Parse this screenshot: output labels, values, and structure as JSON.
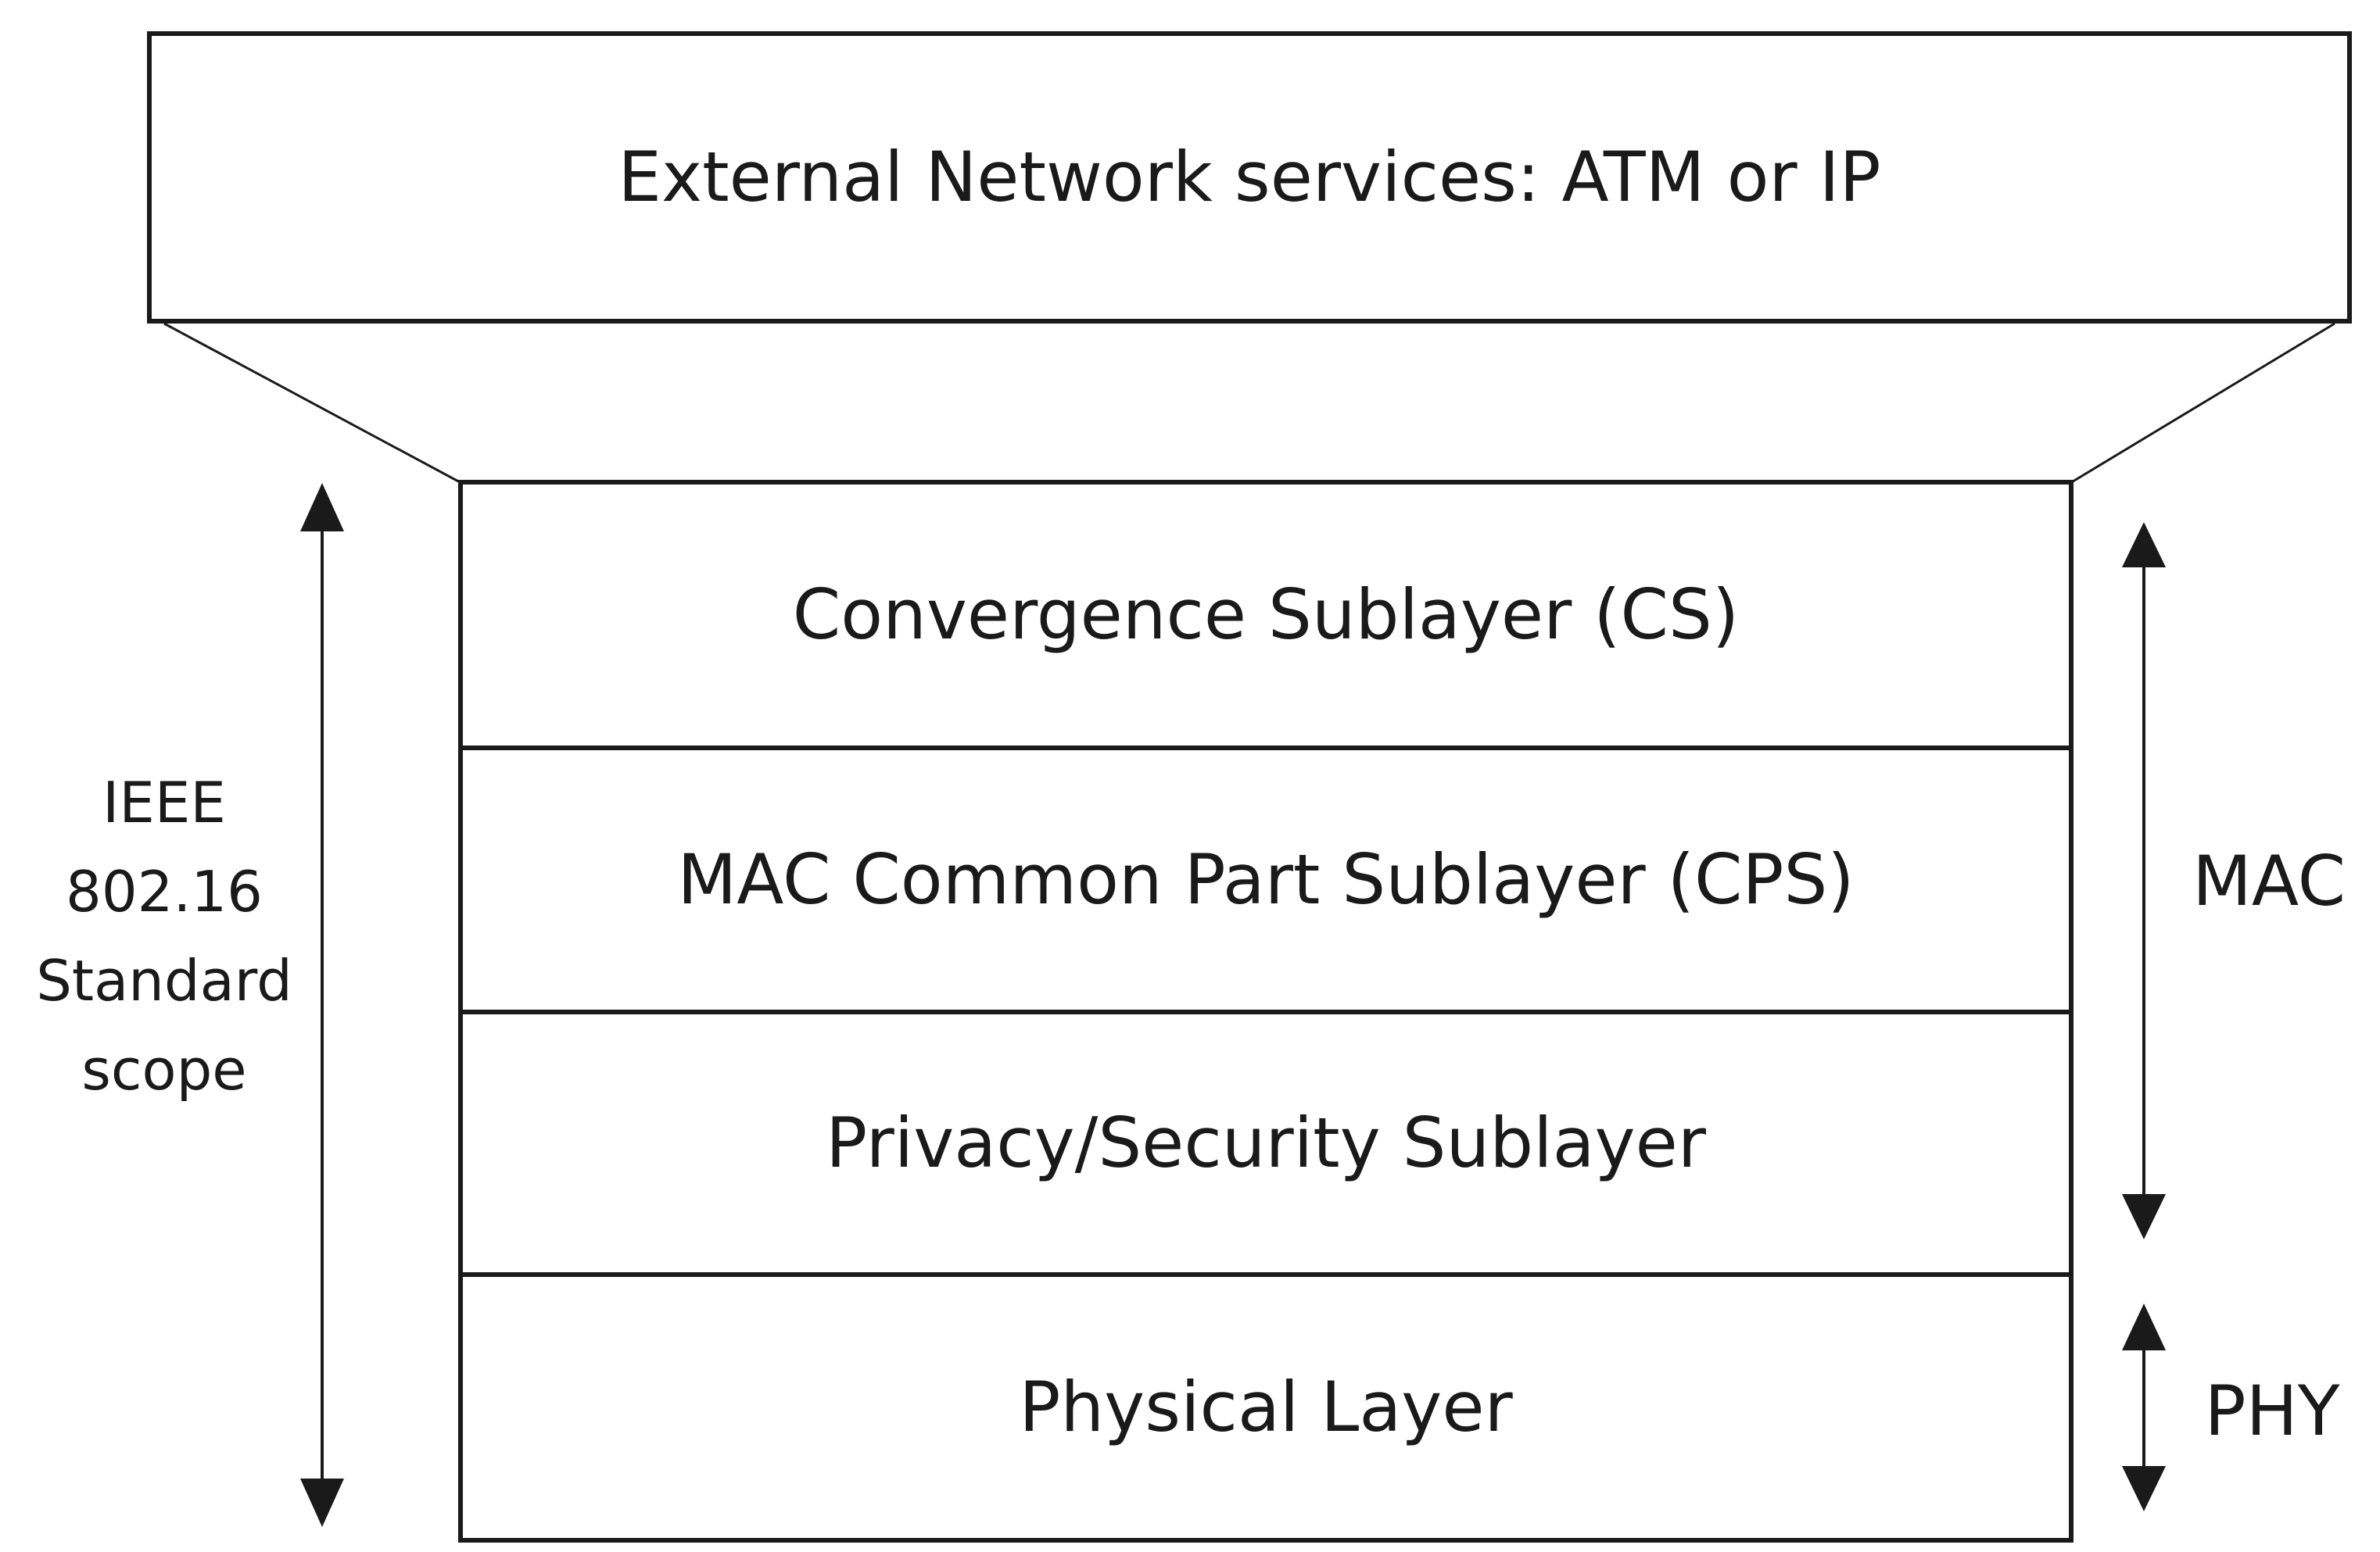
{
  "diagram": {
    "external": "External Network services: ATM or IP",
    "layers": [
      "Convergence Sublayer (CS)",
      "MAC Common Part Sublayer (CPS)",
      "Privacy/Security Sublayer",
      "Physical Layer"
    ],
    "scope_label": "IEEE\n802.16\nStandard\nscope",
    "mac_label": "MAC",
    "phy_label": "PHY"
  }
}
